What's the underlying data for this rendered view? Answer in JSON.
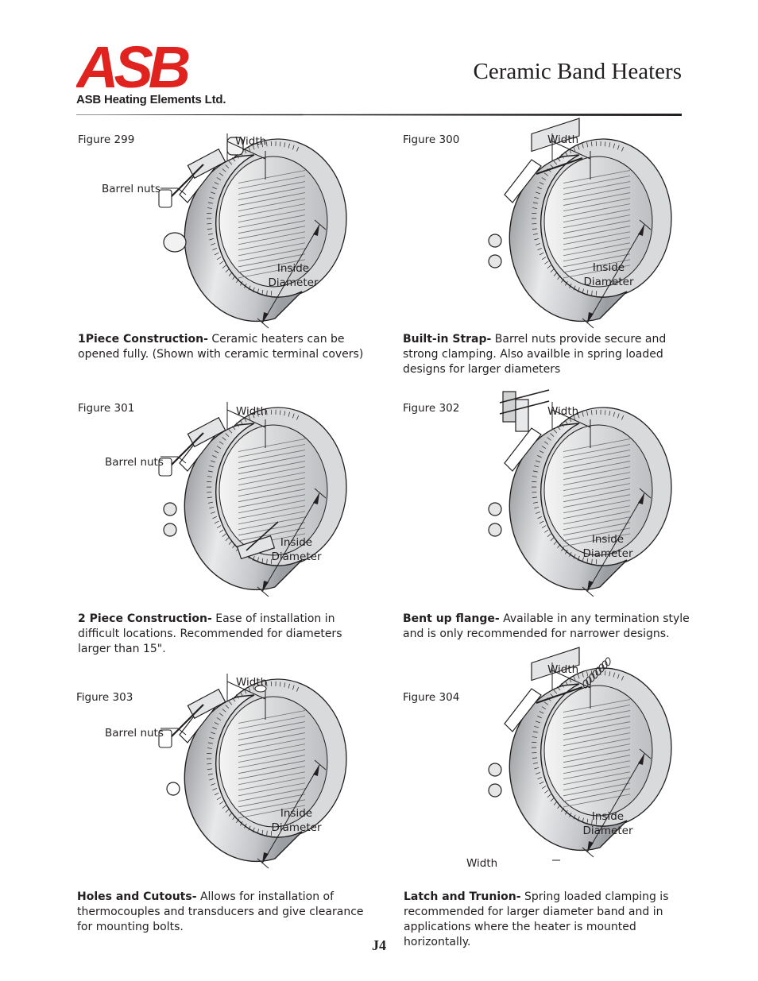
{
  "header": {
    "logo_letters": "ASB",
    "company": "ASB Heating Elements Ltd.",
    "title": "Ceramic Band Heaters"
  },
  "colors": {
    "brand_red": "#e0231f",
    "text": "#231f20",
    "rule": "#231f20"
  },
  "figures": [
    {
      "label": "Figure 299",
      "variant": "open-covers",
      "annotations": {
        "width": "Width",
        "barrel_nuts": "Barrel nuts",
        "inside": "Inside",
        "diameter": "Diameter"
      },
      "caption_title": "1Piece Construction-",
      "caption_text": " Ceramic heaters can be opened fully.  (Shown with ceramic terminal covers)"
    },
    {
      "label": "Figure 300",
      "variant": "strap",
      "annotations": {
        "width": "Width",
        "inside": "Inside",
        "diameter": "Diameter"
      },
      "caption_title": "Built-in Strap-",
      "caption_text": " Barrel nuts provide secure and strong clamping.  Also availble in spring loaded designs for larger diameters"
    },
    {
      "label": "Figure 301",
      "variant": "two-piece",
      "annotations": {
        "width": "Width",
        "barrel_nuts": "Barrel nuts",
        "inside": "Inside",
        "diameter": "Diameter"
      },
      "caption_title": "2 Piece Construction-",
      "caption_text": "  Ease of installation in difficult locations. Recommended for diameters larger than 15\"."
    },
    {
      "label": "Figure 302",
      "variant": "flange",
      "annotations": {
        "width": "Width",
        "inside": "Inside",
        "diameter": "Diameter"
      },
      "caption_title": "Bent up flange-",
      "caption_text": " Available in any termination style and is only recommended for narrower designs."
    },
    {
      "label": "Figure 303",
      "variant": "holes",
      "annotations": {
        "width": "Width",
        "barrel_nuts": "Barrel nuts",
        "inside": "Inside",
        "diameter": "Diameter"
      },
      "caption_title": "Holes and Cutouts-",
      "caption_text": " Allows for installation of thermocouples and transducers and give clearance for mounting bolts."
    },
    {
      "label": "Figure 304",
      "variant": "latch",
      "annotations": {
        "width": "Width",
        "width_bottom": "Width",
        "inside": "Inside",
        "diameter": "Diameter"
      },
      "caption_title": "Latch and Trunion-",
      "caption_text": " Spring loaded clamping is recommended for larger diameter band and in applications where the heater is mounted horizontally."
    }
  ],
  "footer": {
    "page_number": "J4"
  }
}
